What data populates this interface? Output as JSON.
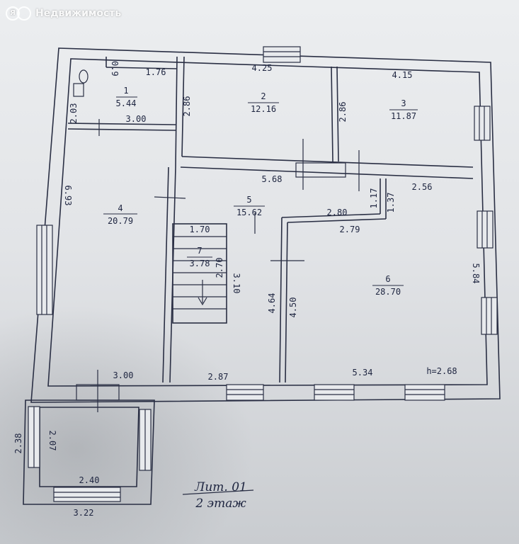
{
  "watermark": {
    "logo_letter": "Я",
    "text": "Недвижимость"
  },
  "rooms": [
    {
      "number": "1",
      "area": "5.44"
    },
    {
      "number": "2",
      "area": "12.16"
    },
    {
      "number": "3",
      "area": "11.87"
    },
    {
      "number": "4",
      "area": "20.79"
    },
    {
      "number": "5",
      "area": "15.62"
    },
    {
      "number": "6",
      "area": "28.70"
    },
    {
      "number": "7",
      "area": "3.78"
    }
  ],
  "dimensions": {
    "d_0_9": "0.9",
    "d_1_76": "1.76",
    "d_2_03": "2.03",
    "d_3_00_top": "3.00",
    "d_2_86_a": "2.86",
    "d_4_25": "4.25",
    "d_2_86_b": "2.86",
    "d_4_15": "4.15",
    "d_6_93": "6.93",
    "d_5_68": "5.68",
    "d_2_56": "2.56",
    "d_1_17": "1.17",
    "d_1_37": "1.37",
    "d_2_80": "2.80",
    "d_2_79": "2.79",
    "d_1_70": "1.70",
    "d_2_70": "2.70",
    "d_3_10": "3.10",
    "d_4_64": "4.64",
    "d_4_50": "4.50",
    "d_5_84": "5.84",
    "d_3_00_bottom": "3.00",
    "d_2_87": "2.87",
    "d_5_34": "5.34",
    "d_2_38": "2.38",
    "d_2_07": "2.07",
    "d_2_40": "2.40",
    "d_3_22": "3.22"
  },
  "height_note": "h=2.68",
  "caption": {
    "line1": "Лит. 01",
    "line2": "2 этаж"
  }
}
